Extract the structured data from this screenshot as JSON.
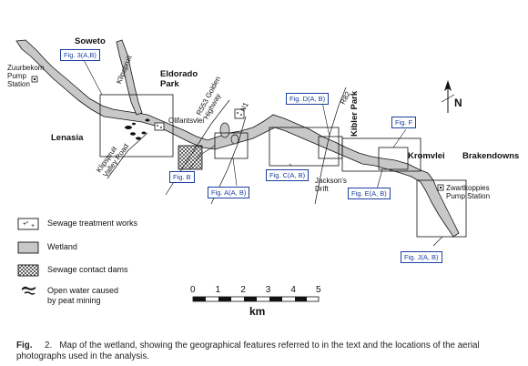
{
  "places": {
    "soweto": "Soweto",
    "lenasia": "Lenasia",
    "eldorado_park": "Eldorado Park",
    "olifantsvlei": "Olifantsvlei",
    "kibler_park": "Kibler Park",
    "kromvlei": "Kromvlei",
    "brakendowns": "Brakendowns",
    "jacksons_drift": "Jackson's Drift",
    "zuurbekom": "Zuurbekom Pump Station",
    "zwartkoppies": "Zwartkoppies Pump Station"
  },
  "roads": {
    "klipspruit": "Klipspruit",
    "klipspruit_valley_road": "Klipspruit Valley Road",
    "r553": "R553 Golden Highway",
    "n1": "N1",
    "r82": "R82"
  },
  "figure_refs": {
    "fig_3ab": "Fig. 3(A,B)",
    "fig_b": "Fig. B",
    "fig_a": "Fig. A(A, B)",
    "fig_c": "Fig. C(A, B)",
    "fig_d": "Fig. D(A, B)",
    "fig_e": "Fig. E(A, B)",
    "fig_f": "Fig. F",
    "fig_j": "Fig. J(A, B)"
  },
  "north": "N",
  "legend": {
    "sewage_works": "Sewage treatment works",
    "wetland": "Wetland",
    "contact_dams": "Sewage contact dams",
    "open_water": "Open water caused by peat mining"
  },
  "scale": {
    "ticks": [
      "0",
      "1",
      "2",
      "3",
      "4",
      "5"
    ],
    "unit": "km"
  },
  "caption": {
    "label": "Fig.",
    "number": "2.",
    "text": "Map of the wetland, showing the geographical features referred to in the text and the locations of the aerial photographs used in the analysis."
  },
  "colors": {
    "wetland": "#c8c8c8",
    "outline": "#111111",
    "figure_ref": "#1b3fa0"
  }
}
